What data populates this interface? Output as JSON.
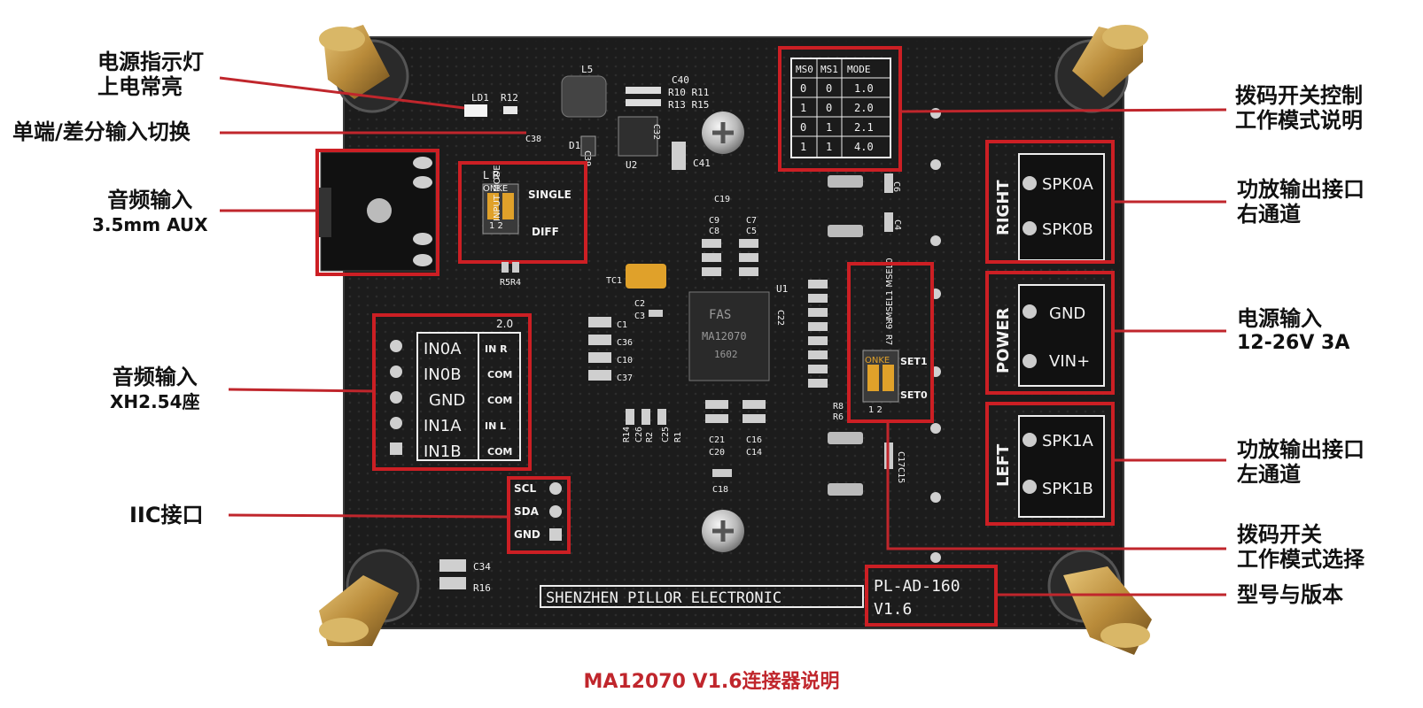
{
  "caption": "MA12070 V1.6连接器说明",
  "callouts": {
    "power_led": {
      "l1": "电源指示灯",
      "l2": "上电常亮"
    },
    "input_switch": {
      "l1": "单端/差分输入切换",
      "l2": ""
    },
    "aux_input": {
      "l1": "音频输入",
      "l2": "3.5mm AUX"
    },
    "xh_input": {
      "l1": "音频输入",
      "l2": "XH2.54座"
    },
    "iic": {
      "l1": "IIC接口",
      "l2": ""
    },
    "mode_table": {
      "l1": "拨码开关控制",
      "l2": "工作模式说明"
    },
    "right_out": {
      "l1": "功放输出接口",
      "l2": "右通道"
    },
    "power_in": {
      "l1": "电源输入",
      "l2": "12-26V 3A"
    },
    "left_out": {
      "l1": "功放输出接口",
      "l2": "左通道"
    },
    "mode_switch": {
      "l1": "拨码开关",
      "l2": "工作模式选择"
    },
    "model": {
      "l1": "型号与版本",
      "l2": ""
    }
  },
  "board": {
    "mode_table": {
      "headers": [
        "MS0",
        "MS1",
        "MODE"
      ],
      "rows": [
        [
          "0",
          "0",
          "1.0"
        ],
        [
          "1",
          "0",
          "2.0"
        ],
        [
          "0",
          "1",
          "2.1"
        ],
        [
          "1",
          "1",
          "4.0"
        ]
      ]
    },
    "right_connector": {
      "label": "RIGHT",
      "pins": [
        "SPK0A",
        "SPK0B"
      ]
    },
    "power_connector": {
      "label": "POWER",
      "pins": [
        "GND",
        "VIN+"
      ]
    },
    "left_connector": {
      "label": "LEFT",
      "pins": [
        "SPK1A",
        "SPK1B"
      ]
    },
    "input_header": {
      "title": "2.0",
      "pins": [
        "IN0A",
        "IN0B",
        "GND",
        "IN1A",
        "IN1B"
      ],
      "functions": [
        "IN R",
        "COM",
        "COM",
        "IN L",
        "COM"
      ]
    },
    "iic_header": [
      "SCL",
      "SDA",
      "GND"
    ],
    "input_switch": {
      "top": "L  R",
      "brand": "ONKE",
      "side": "INPUT MODE",
      "nums": "1 2",
      "single": "SINGLE",
      "diff": "DIFF"
    },
    "mode_dip": {
      "brand": "ONKE",
      "top": "MSEL1 MSEL0",
      "set1": "SET1",
      "set0": "SET0",
      "nums": "1 2"
    },
    "silkscreen_company": "SHENZHEN PILLOR ELECTRONIC",
    "model_line1": "PL-AD-160",
    "model_line2": "V1.6",
    "chip_text": [
      "FAS",
      "MA12070",
      "1602"
    ],
    "designators": {
      "ld1": "LD1",
      "r12": "R12",
      "l5": "L5",
      "c40": "C40",
      "r10r11": "R10 R11",
      "r13r15": "R13 R15",
      "c38": "C38",
      "d1": "D1",
      "u2": "U2",
      "c39": "C39",
      "c32": "C32",
      "c41": "C41",
      "c19": "C19",
      "c9": "C9",
      "c8": "C8",
      "c7": "C7",
      "c5": "C5",
      "tc1": "TC1",
      "c2": "C2",
      "c3": "C3",
      "u1": "U1",
      "c22": "C22",
      "r5r4": "R5R4",
      "c1": "C1",
      "c36": "C36",
      "c10": "C10",
      "c37": "C37",
      "r14": "R14",
      "c26": "C26",
      "r2": "R2",
      "c25": "C25",
      "r1": "R1",
      "c21": "C21",
      "c20": "C20",
      "c16": "C16",
      "c14": "C14",
      "c18": "C18",
      "c34": "C34",
      "r16": "R16",
      "c6": "C6",
      "c4": "C4",
      "r9r7": "R9 R7",
      "r8": "R8",
      "r6": "R6",
      "c17c15": "C17C15"
    }
  },
  "colors": {
    "highlight": "#cc1f24",
    "leader": "#c0262c",
    "board": "#1b1b1b",
    "caption": "#c0262c"
  }
}
